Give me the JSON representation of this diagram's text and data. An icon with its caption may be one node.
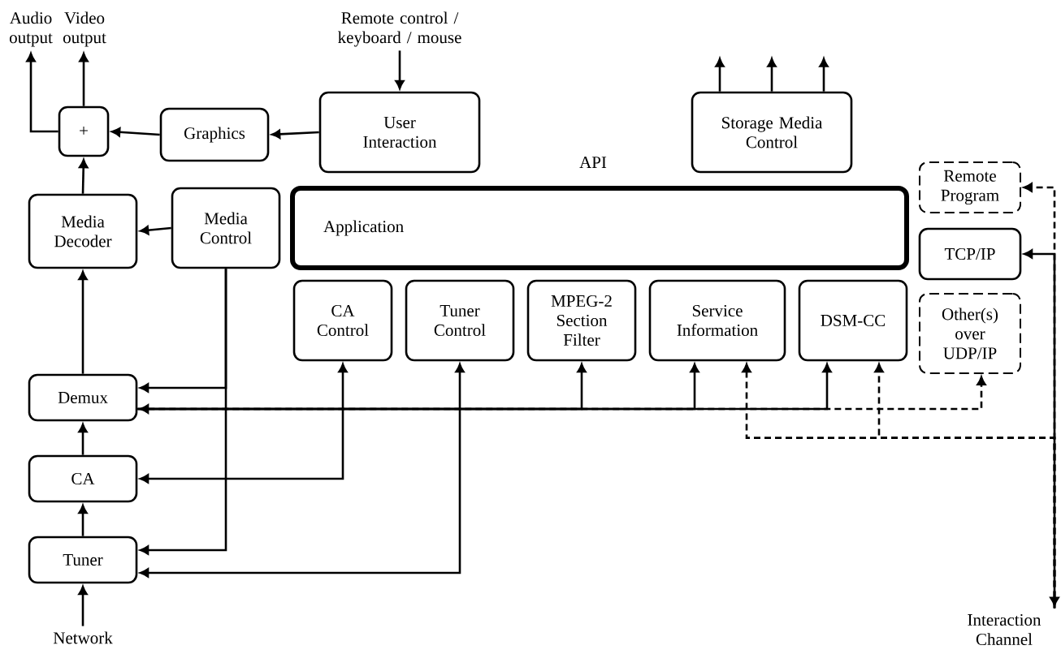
{
  "diagram": {
    "nodes": [
      {
        "text": [
          "Audio output"
        ]
      },
      {
        "text": [
          "Video output"
        ]
      },
      {
        "text": [
          "Remote control / keyboard / mouse"
        ]
      },
      {
        "text": [
          "+"
        ]
      },
      {
        "text": [
          "Graphics"
        ]
      },
      {
        "text": [
          "User Interaction"
        ]
      },
      {
        "text": [
          "Storage Media Control"
        ]
      },
      {
        "text": [
          "Media Decoder"
        ]
      },
      {
        "text": [
          "Media Control"
        ]
      },
      {
        "text": [
          "Application"
        ]
      },
      {
        "text": [
          "Remote Program"
        ]
      },
      {
        "text": [
          "TCP/IP"
        ]
      },
      {
        "text": [
          "CA Control"
        ]
      },
      {
        "text": [
          "Tuner Control"
        ]
      },
      {
        "text": [
          "MPEG-2 Section Filter"
        ]
      },
      {
        "text": [
          "Service Information"
        ]
      },
      {
        "text": [
          "DSM-CC"
        ]
      },
      {
        "text": [
          "Other(s) over UDP/IP"
        ]
      },
      {
        "text": [
          "Demux"
        ]
      },
      {
        "text": [
          "CA"
        ]
      },
      {
        "text": [
          "Tuner"
        ]
      },
      {
        "text": [
          "Network"
        ]
      },
      {
        "text": [
          "Interaction Channel"
        ]
      }
    ],
    "edges": [
      {
        "from": 3,
        "to": 0,
        "arrow": "to"
      },
      {
        "from": 3,
        "to": 1,
        "arrow": "to"
      },
      {
        "from": 4,
        "to": 3,
        "arrow": "to"
      },
      {
        "from": 5,
        "to": 4,
        "arrow": "to"
      },
      {
        "from": 2,
        "to": 5,
        "arrow": "to"
      },
      {
        "from": 6,
        "to": null,
        "arrow": "to"
      },
      {
        "from": 6,
        "to": null,
        "arrow": "to"
      },
      {
        "from": 6,
        "to": null,
        "arrow": "to"
      },
      {
        "from": 7,
        "to": 3,
        "arrow": "to"
      },
      {
        "from": 8,
        "to": 7,
        "arrow": "to"
      },
      {
        "from": 18,
        "to": 7,
        "arrow": "to"
      },
      {
        "from": 19,
        "to": 18,
        "arrow": "to"
      },
      {
        "from": 20,
        "to": 19,
        "arrow": "to"
      },
      {
        "from": 21,
        "to": 20,
        "arrow": "to"
      },
      {
        "from": 8,
        "to": 18,
        "arrow": "to"
      },
      {
        "from": 8,
        "to": 20,
        "arrow": "to"
      },
      {
        "from": 12,
        "to": 19,
        "arrow": "both"
      },
      {
        "from": 13,
        "to": 20,
        "arrow": "both"
      },
      {
        "from": 14,
        "to": 18,
        "arrow": "both"
      },
      {
        "from": 18,
        "to": 15,
        "arrow": "to"
      },
      {
        "from": 18,
        "to": 16,
        "arrow": "to"
      },
      {
        "from": 18,
        "to": 17,
        "arrow": "to",
        "style": "dashed"
      },
      {
        "from": 22,
        "to": 15,
        "arrow": "to",
        "style": "dashed"
      },
      {
        "from": 22,
        "to": 16,
        "arrow": "to",
        "style": "dashed"
      },
      {
        "from": 22,
        "to": 10,
        "arrow": "to",
        "style": "dashed"
      },
      {
        "from": 11,
        "to": 22,
        "arrow": "both"
      }
    ],
    "labels": [
      "API"
    ]
  }
}
